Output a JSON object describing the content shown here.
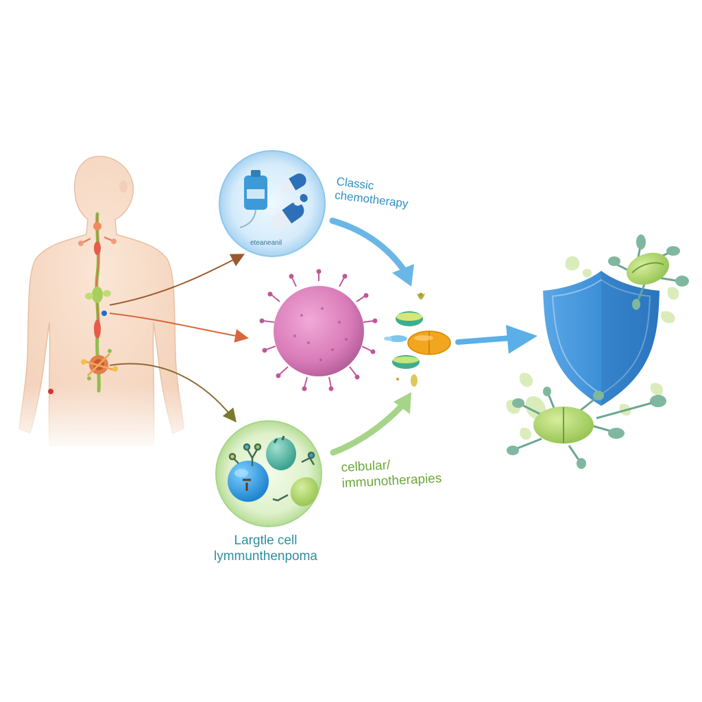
{
  "labels": {
    "chemo": {
      "line1": "Classic",
      "line2": "chemotherapy"
    },
    "immuno": {
      "line1": "celbular/",
      "line2": "immunotherapies"
    },
    "target": {
      "line1": "Largtle cell",
      "line2": "lymmunthenpoma"
    },
    "vial_caption": "eteaneanil"
  },
  "colors": {
    "chemo_accent": "#2f8fc4",
    "immuno_accent": "#6aa83a",
    "target_accent": "#2c8f9f",
    "shield": "#3d8fd6",
    "cancer_cell": "#d97bb8",
    "arrow_blue": "#6ab6e6",
    "arrow_green": "#a6d58a",
    "arrow_red": "#d9653a"
  }
}
